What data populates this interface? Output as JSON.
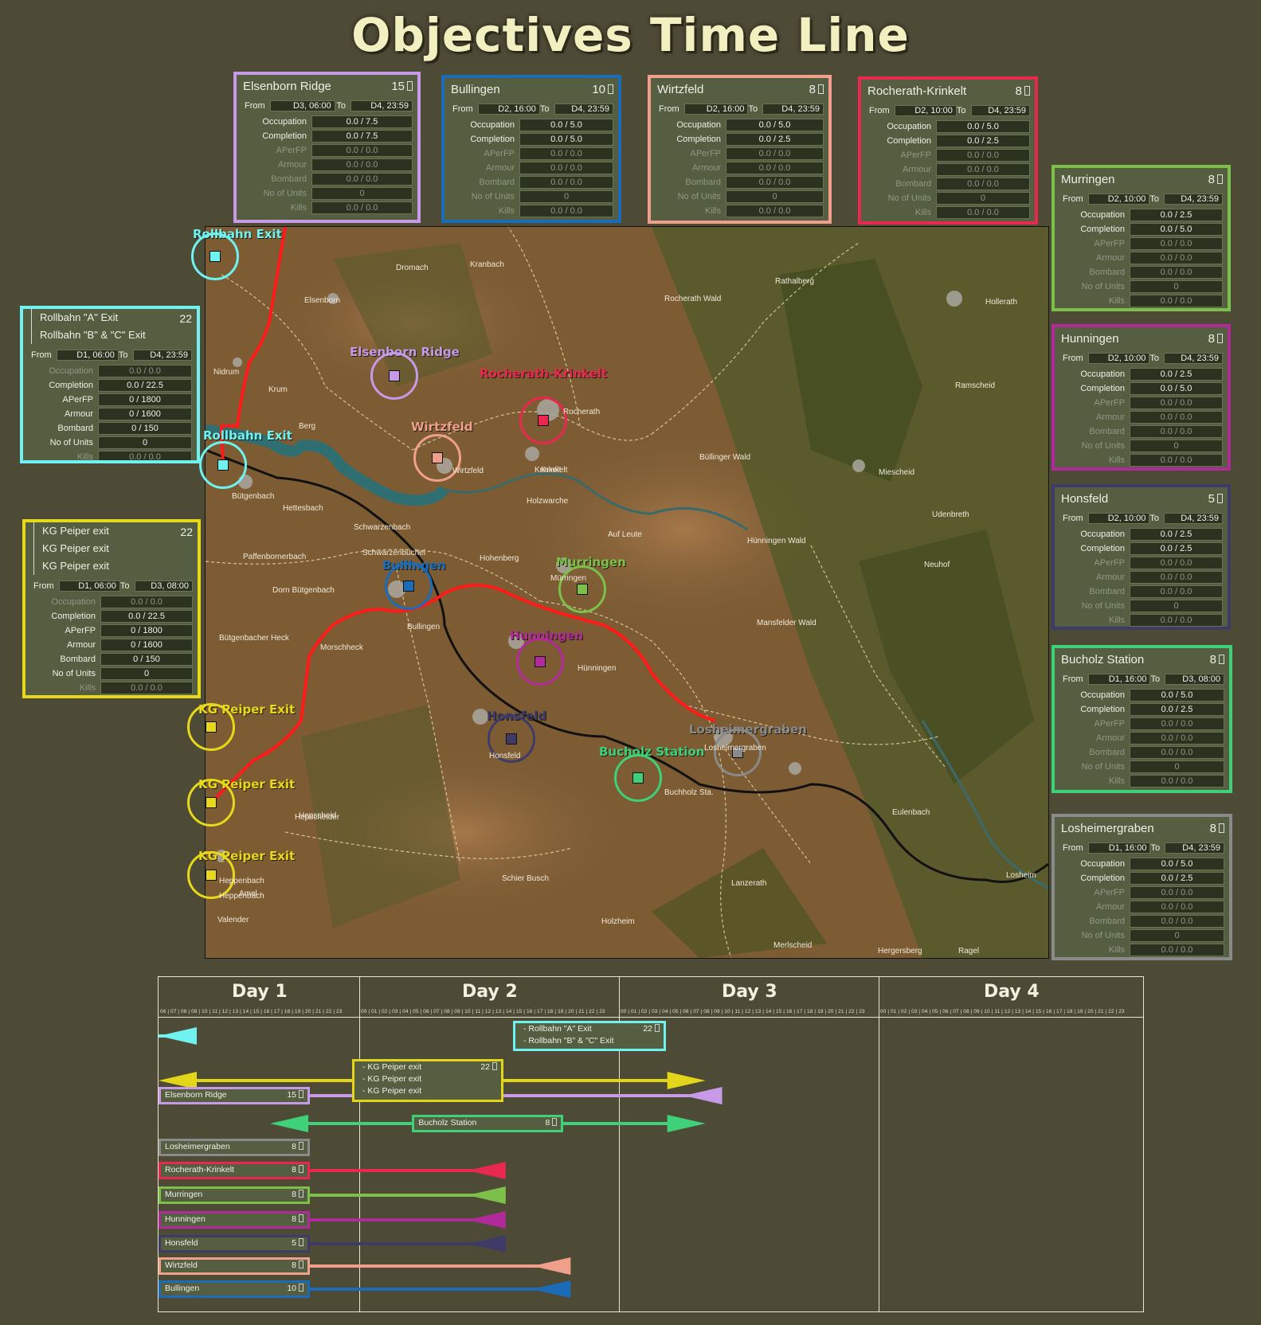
{
  "title": "Objectives Time Line",
  "stat_labels": [
    "Occupation",
    "Completion",
    "APerFP",
    "Armour",
    "Bombard",
    "No of Units",
    "Kills"
  ],
  "cards": [
    {
      "id": "elsenborn",
      "names": [
        "Elsenborn Ridge"
      ],
      "count": "15",
      "from": "D3, 06:00",
      "to": "D4, 23:59",
      "values": [
        "0.0 / 7.5",
        "0.0 / 7.5",
        "0.0 / 0.0",
        "0.0 / 0.0",
        "0.0 / 0.0",
        "0",
        "0.0 / 0.0"
      ],
      "color": "#c79ae8"
    },
    {
      "id": "bullingen",
      "names": [
        "Bullingen"
      ],
      "count": "10",
      "from": "D2, 16:00",
      "to": "D4, 23:59",
      "values": [
        "0.0 / 5.0",
        "0.0 / 5.0",
        "0.0 / 0.0",
        "0.0 / 0.0",
        "0.0 / 0.0",
        "0",
        "0.0 / 0.0"
      ],
      "color": "#1b6cb8"
    },
    {
      "id": "wirtzfeld",
      "names": [
        "Wirtzfeld"
      ],
      "count": "8",
      "from": "D2, 16:00",
      "to": "D4, 23:59",
      "values": [
        "0.0 / 5.0",
        "0.0 / 2.5",
        "0.0 / 0.0",
        "0.0 / 0.0",
        "0.0 / 0.0",
        "0",
        "0.0 / 0.0"
      ],
      "color": "#f0a08a"
    },
    {
      "id": "rocherath",
      "names": [
        "Rocherath-Krinkelt"
      ],
      "count": "8",
      "from": "D2, 10:00",
      "to": "D4, 23:59",
      "values": [
        "0.0 / 5.0",
        "0.0 / 2.5",
        "0.0 / 0.0",
        "0.0 / 0.0",
        "0.0 / 0.0",
        "0",
        "0.0 / 0.0"
      ],
      "color": "#e8284e"
    },
    {
      "id": "murringen",
      "names": [
        "Murringen"
      ],
      "count": "8",
      "from": "D2, 10:00",
      "to": "D4, 23:59",
      "values": [
        "0.0 / 2.5",
        "0.0 / 5.0",
        "0.0 / 0.0",
        "0.0 / 0.0",
        "0.0 / 0.0",
        "0",
        "0.0 / 0.0"
      ],
      "color": "#7cc04a"
    },
    {
      "id": "hunningen",
      "names": [
        "Hunningen"
      ],
      "count": "8",
      "from": "D2, 10:00",
      "to": "D4, 23:59",
      "values": [
        "0.0 / 2.5",
        "0.0 / 5.0",
        "0.0 / 0.0",
        "0.0 / 0.0",
        "0.0 / 0.0",
        "0",
        "0.0 / 0.0"
      ],
      "color": "#b02a9a"
    },
    {
      "id": "honsfeld",
      "names": [
        "Honsfeld"
      ],
      "count": "5",
      "from": "D2, 10:00",
      "to": "D4, 23:59",
      "values": [
        "0.0 / 2.5",
        "0.0 / 2.5",
        "0.0 / 0.0",
        "0.0 / 0.0",
        "0.0 / 0.0",
        "0",
        "0.0 / 0.0"
      ],
      "color": "#3e3c66"
    },
    {
      "id": "bucholz",
      "names": [
        "Bucholz Station"
      ],
      "count": "8",
      "from": "D1, 16:00",
      "to": "D3, 08:00",
      "values": [
        "0.0 / 5.0",
        "0.0 / 2.5",
        "0.0 / 0.0",
        "0.0 / 0.0",
        "0.0 / 0.0",
        "0",
        "0.0 / 0.0"
      ],
      "color": "#3fd07a"
    },
    {
      "id": "losheim",
      "names": [
        "Losheimergraben"
      ],
      "count": "8",
      "from": "D1, 16:00",
      "to": "D4, 23:59",
      "values": [
        "0.0 / 5.0",
        "0.0 / 2.5",
        "0.0 / 0.0",
        "0.0 / 0.0",
        "0.0 / 0.0",
        "0",
        "0.0 / 0.0"
      ],
      "color": "#8a8a8a"
    },
    {
      "id": "rollbahn",
      "names": [
        "Rollbahn \"A\" Exit",
        "Rollbahn \"B\" & \"C\" Exit"
      ],
      "count": "22",
      "from": "D1, 06:00",
      "to": "D4, 23:59",
      "values": [
        "0.0 / 0.0",
        "0.0 / 22.5",
        "0 / 1800",
        "0 / 1600",
        "0 / 150",
        "0",
        "0.0 / 0.0"
      ],
      "color": "#6ff2f0"
    },
    {
      "id": "peiper",
      "names": [
        "KG Peiper exit",
        "KG Peiper exit",
        "KG Peiper exit"
      ],
      "count": "22",
      "from": "D1, 06:00",
      "to": "D3, 08:00",
      "values": [
        "0.0 / 0.0",
        "0.0 / 22.5",
        "0 / 1800",
        "0 / 1600",
        "0 / 150",
        "0",
        "0.0 / 0.0"
      ],
      "color": "#e8d81c"
    }
  ],
  "map": {
    "objective_labels": [
      "Rollbahn Exit",
      "Elsenborn Ridge",
      "Rocherath-Krinkelt",
      "Wirtzfeld",
      "Rollbahn Exit",
      "Murringen",
      "Bullingen",
      "Hunningen",
      "Honsfeld",
      "Bucholz Station",
      "Losheimergraben",
      "KG Peiper Exit",
      "KG Peiper Exit",
      "KG Peiper Exit"
    ],
    "places": [
      "Schwarzenbüchel",
      "Elsenborn",
      "Nidrum",
      "Krum",
      "Berg",
      "Bütgenbach",
      "Hettesbach",
      "Schwarzenbach",
      "Paffenbornerbach",
      "Dorn Bütgenbach",
      "Bütgenbacher Heck",
      "Morschheck",
      "Bullingen",
      "Hohenberg",
      "Wirtzfeld",
      "Krinkelt",
      "Rocherath",
      "Holzwarche",
      "Auf Leute",
      "Rocherath Wald",
      "Rathalberg",
      "Hollerath",
      "Ramscheid",
      "Büllinger Wald",
      "Mürringen",
      "Mansfelder Wald",
      "Hünningen",
      "Honsfeld",
      "Heppenbach",
      "Buchholz Sta.",
      "Losheimergraben",
      "Losheim",
      "Lanzerath",
      "Merlscheid",
      "Hergersberg",
      "Holzheim",
      "Valender",
      "Amel",
      "Schier Busch",
      "Miescheid",
      "Neuhof",
      "Udenbreth",
      "Hünningen Wald",
      "Dromach",
      "Kranbach",
      "Hepscheid",
      "Heppenbach",
      "Eulenbach",
      "Ragel",
      "Krinkelt",
      "Hepscheider"
    ]
  },
  "timeline": {
    "days": [
      "Day 1",
      "Day 2",
      "Day 3",
      "Day 4"
    ],
    "hours_day1": "06 | 07 | 08 | 09 | 10 | 11 | 12 | 13 | 14 | 15 | 16 | 17 | 18 | 19 | 20 | 21 | 22 | 23",
    "hours_full": "00 | 01 | 02 | 03 | 04 | 05 | 06 | 07 | 08 | 09 | 10 | 11 | 12 | 13 | 14 | 15 | 16 | 17 | 18 | 19 | 20 | 21 | 22 | 23",
    "bars": [
      {
        "card": "rollbahn",
        "start": 0,
        "end": 90,
        "color": "#6ff2f0"
      },
      {
        "card": "peiper",
        "start": 0,
        "end": 50,
        "color": "#e2d51a"
      },
      {
        "card": "elsenborn",
        "start": 48,
        "end": 90,
        "color": "#c79ae8"
      },
      {
        "card": "bucholz",
        "start": 10,
        "end": 50,
        "color": "#3fd07a"
      },
      {
        "card": "losheim",
        "start": 10,
        "end": 90,
        "color": "#8a8a8a"
      },
      {
        "card": "rocherath",
        "start": 28,
        "end": 90,
        "color": "#e8284e"
      },
      {
        "card": "murringen",
        "start": 28,
        "end": 90,
        "color": "#7cc04a"
      },
      {
        "card": "hunningen",
        "start": 28,
        "end": 90,
        "color": "#b02a9a"
      },
      {
        "card": "honsfeld",
        "start": 28,
        "end": 90,
        "color": "#3e3c66"
      },
      {
        "card": "wirtzfeld",
        "start": 34,
        "end": 90,
        "color": "#f0a08a"
      },
      {
        "card": "bullingen",
        "start": 34,
        "end": 90,
        "color": "#1b6cb8"
      }
    ]
  }
}
